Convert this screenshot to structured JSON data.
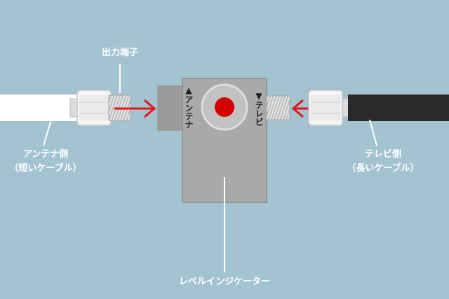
{
  "labels": {
    "output_terminal": "出力端子",
    "antenna_side": "アンテナ側",
    "antenna_cable": "（短いケーブル）",
    "tv_side": "テレビ側",
    "tv_cable": "（長いケーブル）",
    "level_indicator": "レベルインジケーター"
  },
  "device": {
    "antenna_port_label": "▲アンテナ",
    "tv_port_label": "▼テレビ"
  },
  "colors": {
    "background": "#a3c3d0",
    "antenna_cable": "#ffffff",
    "tv_cable": "#2a2a2a",
    "device_body": "#a9a9a9",
    "indicator_lamp": "#d40000",
    "arrow": "#e01818"
  }
}
